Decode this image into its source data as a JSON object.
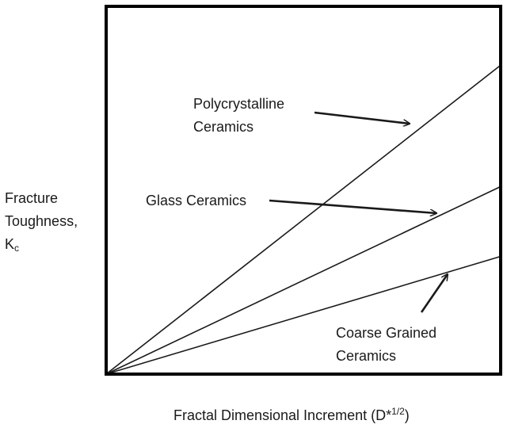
{
  "chart_data": {
    "type": "line",
    "title": "",
    "xlabel": {
      "main": "Fractal Dimensional Increment (D*",
      "sup": "1/2",
      "close": ")"
    },
    "ylabel": {
      "line1": "Fracture",
      "line2": "Toughness,",
      "main": "K",
      "sub": "c"
    },
    "xlim": [
      0,
      1
    ],
    "ylim": [
      0,
      1
    ],
    "ticks_shown": false,
    "grid": false,
    "series": [
      {
        "name": "Polycrystalline Ceramics",
        "x": [
          0,
          1
        ],
        "y": [
          0,
          0.84
        ]
      },
      {
        "name": "Glass Ceramics",
        "x": [
          0,
          1
        ],
        "y": [
          0,
          0.51
        ]
      },
      {
        "name": "Coarse Grained Ceramics",
        "x": [
          0,
          1
        ],
        "y": [
          0,
          0.32
        ]
      }
    ],
    "annotations": [
      {
        "series": 0,
        "lines": [
          "Polycrystalline",
          "Ceramics"
        ]
      },
      {
        "series": 1,
        "lines": [
          "Glass Ceramics"
        ]
      },
      {
        "series": 2,
        "lines": [
          "Coarse Grained",
          "Ceramics"
        ]
      }
    ],
    "line_color": "#1a1a1a",
    "frame_color": "#000000"
  }
}
